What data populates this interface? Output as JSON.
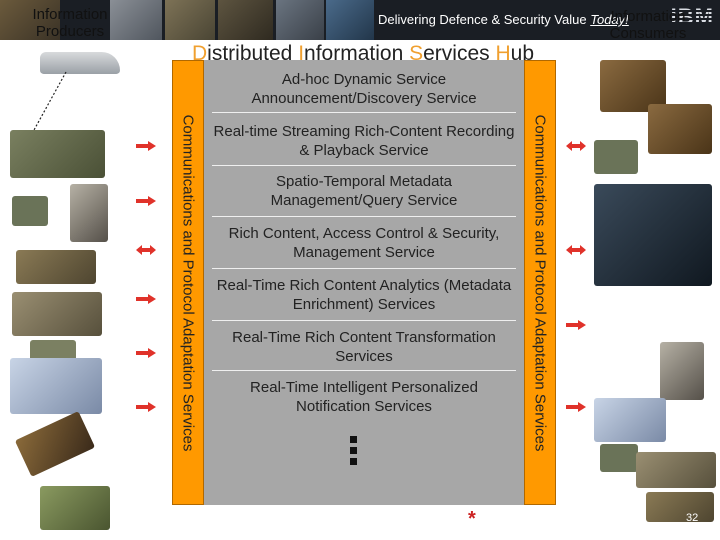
{
  "banner": {
    "tagline_prefix": "Delivering Defence & Security Value",
    "tagline_today": "Today!",
    "logo_text": "IBM"
  },
  "producers_label": "Information\nProducers",
  "consumers_label": "Information\nConsumers",
  "hub": {
    "title_parts": [
      {
        "initial": "D",
        "rest": "istributed "
      },
      {
        "initial": "I",
        "rest": "nformation "
      },
      {
        "initial": "S",
        "rest": "ervices "
      },
      {
        "initial": "H",
        "rest": "ub"
      }
    ],
    "adaptation_label": "Communications and Protocol Adaptation Services",
    "services": [
      "Ad-hoc Dynamic Service Announcement/Discovery Service",
      "Real-time Streaming Rich-Content Recording & Playback Service",
      "Spatio-Temporal Metadata Management/Query Service",
      "Rich Content, Access Control & Security, Management Service",
      "Real-Time Rich Content Analytics (Metadata Enrichment) Services",
      "Real-Time Rich Content Transformation Services",
      "Real-Time Intelligent Personalized Notification Services"
    ]
  },
  "footer": {
    "asterisk": "*",
    "page_number": "32"
  },
  "colors": {
    "hub_background": "#a7a7a7",
    "adaptation_bar": "#ff9900",
    "title_initial": "#f0a030",
    "arrow": "#e0322a"
  },
  "icons": {
    "producers": [
      "uav-drone-icon",
      "military-truck-icon",
      "soldier-icon",
      "tank-icon",
      "helicopter-icon",
      "vehicle-icon",
      "command-post-icon",
      "satellite-icon",
      "satellite-dish-icon"
    ],
    "consumers": [
      "operator-workstation-icon",
      "operator-workstation-icon",
      "vehicle-icon",
      "control-room-photo-icon",
      "soldier-icon",
      "command-post-icon",
      "vehicle-icon",
      "helicopter-icon",
      "tank-icon"
    ]
  }
}
